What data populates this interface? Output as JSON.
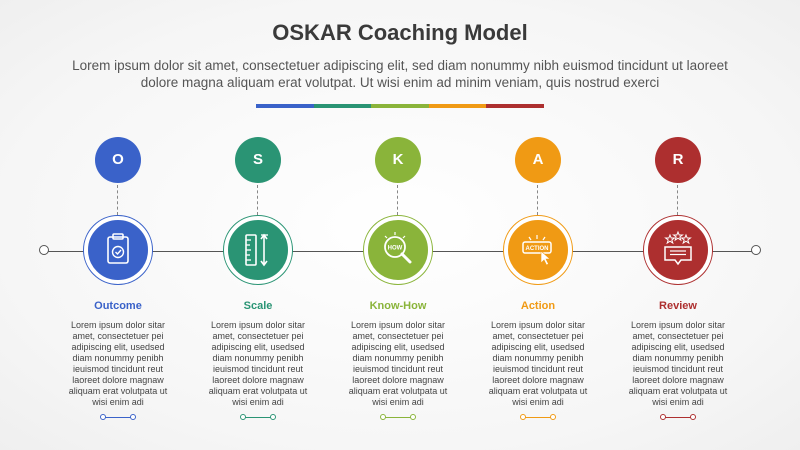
{
  "header": {
    "title": "OSKAR Coaching Model",
    "subtitle": "Lorem ipsum dolor sit amet, consectetuer adipiscing elit, sed diam nonummy nibh euismod tincidunt ut laoreet dolore magna aliquam erat volutpat. Ut wisi enim ad minim veniam, quis nostrud exerci"
  },
  "colors": {
    "blue": "#3a62c9",
    "teal": "#2a9474",
    "green": "#8ab43a",
    "orange": "#f09a14",
    "red": "#ad2f2f",
    "line": "#555555"
  },
  "steps": [
    {
      "letter": "O",
      "label": "Outcome",
      "icon": "clipboard-check-icon",
      "color": "#3a62c9",
      "description": "Lorem ipsum dolor sitar amet, consectetuer pei adipiscing elit, usedsed diam nonummy penibh ieuismod tincidunt reut laoreet dolore magnaw aliquam erat volutpata ut wisi enim adi"
    },
    {
      "letter": "S",
      "label": "Scale",
      "icon": "ruler-scale-icon",
      "color": "#2a9474",
      "description": "Lorem ipsum dolor sitar amet, consectetuer pei adipiscing elit, usedsed diam nonummy penibh ieuismod tincidunt reut laoreet dolore magnaw aliquam erat volutpata ut wisi enim adi"
    },
    {
      "letter": "K",
      "label": "Know-How",
      "icon": "how-magnifier-icon",
      "color": "#8ab43a",
      "description": "Lorem ipsum dolor sitar amet, consectetuer pei adipiscing elit, usedsed diam nonummy penibh ieuismod tincidunt reut laoreet dolore magnaw aliquam erat volutpata ut wisi enim adi"
    },
    {
      "letter": "A",
      "label": "Action",
      "icon": "action-button-click-icon",
      "color": "#f09a14",
      "description": "Lorem ipsum dolor sitar amet, consectetuer pei adipiscing elit, usedsed diam nonummy penibh ieuismod tincidunt reut laoreet dolore magnaw aliquam erat volutpata ut wisi enim adi"
    },
    {
      "letter": "R",
      "label": "Review",
      "icon": "rating-review-icon",
      "color": "#ad2f2f",
      "description": "Lorem ipsum dolor sitar amet, consectetuer pei adipiscing elit, usedsed diam nonummy penibh ieuismod tincidunt reut laoreet dolore magnaw aliquam erat volutpata ut wisi enim adi"
    }
  ]
}
